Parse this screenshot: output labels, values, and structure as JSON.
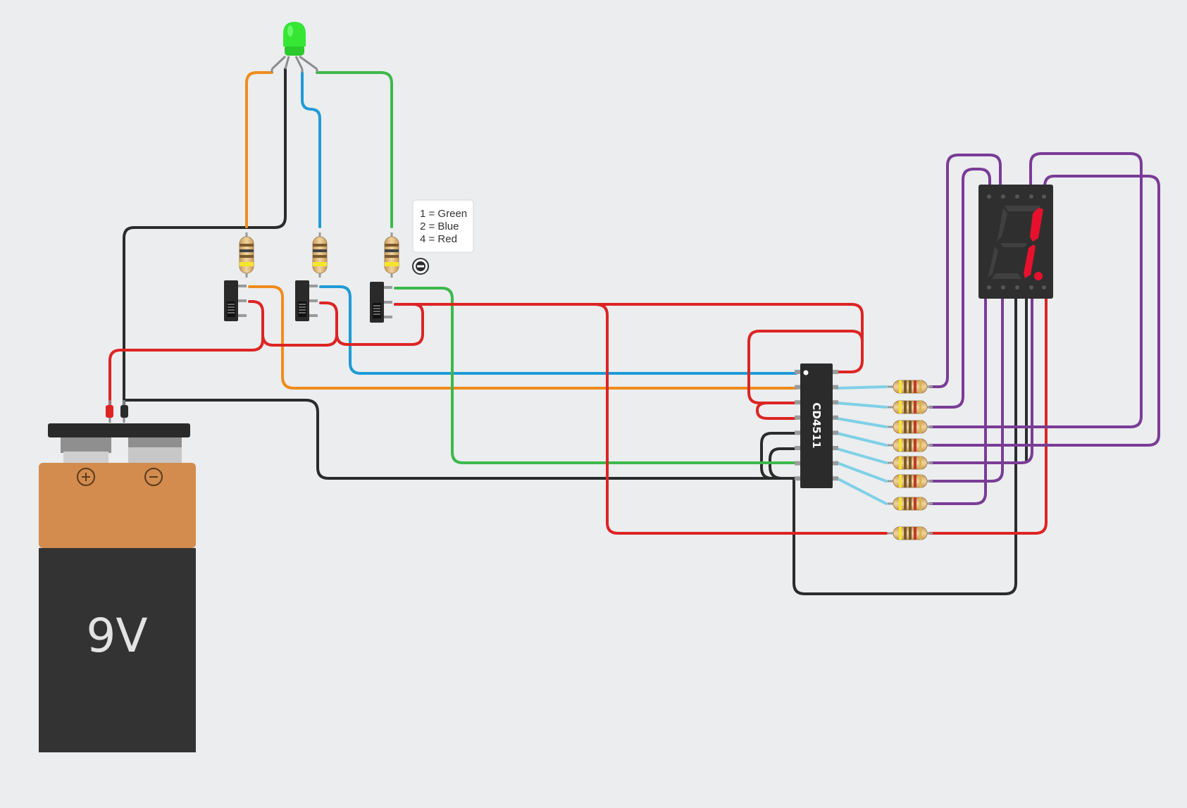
{
  "battery": {
    "label": "9V",
    "positive_symbol": "+",
    "negative_symbol": "−"
  },
  "ic": {
    "label": "CD4511",
    "pins_per_side": 8
  },
  "note": {
    "line1": "1 = Green",
    "line2": "2 = Blue",
    "line3": "4 = Red",
    "collapse_icon": "minus-circle-icon"
  },
  "seven_segment": {
    "displayed_digit": "1",
    "decimal_point_lit": true,
    "lit_color": "#e8112d"
  },
  "led": {
    "type": "RGB LED",
    "glow_color": "#22dd22"
  },
  "switches": [
    {
      "name": "switch-1"
    },
    {
      "name": "switch-2"
    },
    {
      "name": "switch-3"
    }
  ],
  "colors": {
    "red": "#dd2424",
    "black": "#2b2b2b",
    "orange": "#f08c1c",
    "blue": "#1f9bd6",
    "green": "#3db84b",
    "purple": "#7a3c96",
    "lightblue": "#7fd0e6"
  }
}
